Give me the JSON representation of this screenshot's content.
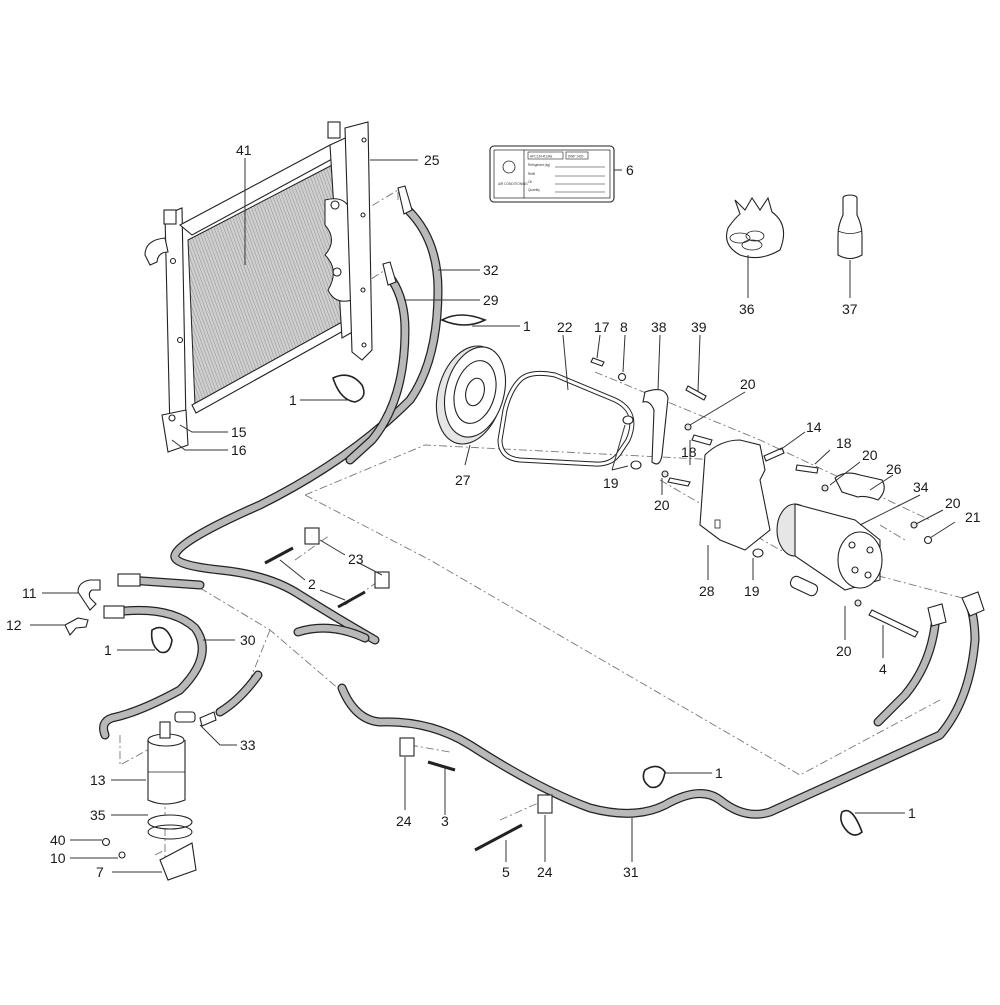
{
  "diagram": {
    "title": "Air conditioning system exploded parts diagram",
    "callouts": [
      {
        "id": "41",
        "part": "condenser"
      },
      {
        "id": "25",
        "part": "condenser-bracket"
      },
      {
        "id": "6",
        "part": "ac-decal"
      },
      {
        "id": "32",
        "part": "hose"
      },
      {
        "id": "29",
        "part": "hose"
      },
      {
        "id": "1",
        "part": "cable-tie"
      },
      {
        "id": "15",
        "part": "mount"
      },
      {
        "id": "16",
        "part": "mount"
      },
      {
        "id": "36",
        "part": "hardware-bag"
      },
      {
        "id": "37",
        "part": "oil-bottle"
      },
      {
        "id": "22",
        "part": "drive-belt"
      },
      {
        "id": "17",
        "part": "bolt"
      },
      {
        "id": "8",
        "part": "washer"
      },
      {
        "id": "38",
        "part": "tension-arm"
      },
      {
        "id": "39",
        "part": "pin"
      },
      {
        "id": "20",
        "part": "washer"
      },
      {
        "id": "14",
        "part": "bolt"
      },
      {
        "id": "18",
        "part": "bolt"
      },
      {
        "id": "26",
        "part": "bracket"
      },
      {
        "id": "34",
        "part": "compressor"
      },
      {
        "id": "21",
        "part": "nut"
      },
      {
        "id": "27",
        "part": "pulley"
      },
      {
        "id": "19",
        "part": "spacer"
      },
      {
        "id": "28",
        "part": "compressor-bracket"
      },
      {
        "id": "4",
        "part": "bolt"
      },
      {
        "id": "23",
        "part": "hose-clamp-block"
      },
      {
        "id": "2",
        "part": "stud"
      },
      {
        "id": "11",
        "part": "fitting"
      },
      {
        "id": "12",
        "part": "fitting"
      },
      {
        "id": "30",
        "part": "hose"
      },
      {
        "id": "33",
        "part": "pressure-switch"
      },
      {
        "id": "13",
        "part": "receiver-drier"
      },
      {
        "id": "35",
        "part": "clamp"
      },
      {
        "id": "40",
        "part": "screw"
      },
      {
        "id": "10",
        "part": "washer"
      },
      {
        "id": "7",
        "part": "drier-bracket"
      },
      {
        "id": "24",
        "part": "hose-clamp-block"
      },
      {
        "id": "3",
        "part": "stud"
      },
      {
        "id": "5",
        "part": "stud"
      },
      {
        "id": "31",
        "part": "hose"
      }
    ],
    "labels": {
      "c41": "41",
      "c25": "25",
      "c6": "6",
      "c32": "32",
      "c29": "29",
      "c1a": "1",
      "c1b": "1",
      "c1c": "1",
      "c1d": "1",
      "c1e": "1",
      "c15": "15",
      "c16": "16",
      "c36": "36",
      "c37": "37",
      "c22": "22",
      "c17": "17",
      "c8": "8",
      "c38": "38",
      "c39": "39",
      "c20a": "20",
      "c20b": "20",
      "c20c": "20",
      "c20d": "20",
      "c20e": "20",
      "c14": "14",
      "c18a": "18",
      "c18b": "18",
      "c26": "26",
      "c34": "34",
      "c21": "21",
      "c27": "27",
      "c19a": "19",
      "c19b": "19",
      "c28": "28",
      "c4": "4",
      "c23": "23",
      "c2": "2",
      "c11": "11",
      "c12": "12",
      "c30": "30",
      "c33": "33",
      "c13": "13",
      "c35": "35",
      "c40": "40",
      "c10": "10",
      "c7": "7",
      "c24a": "24",
      "c24b": "24",
      "c3": "3",
      "c5": "5",
      "c31": "31"
    },
    "decal": {
      "refrigerant": "HFC134-R134a",
      "code": "DWP 1430",
      "caption": "AIR CONDITIONING",
      "rows": [
        "Refrigerant (kg)",
        "Refill",
        "Oil",
        "Quantity"
      ]
    }
  },
  "colors": {
    "line": "#222222",
    "hose_fill": "#b9b9b9",
    "dash": "#777777",
    "background": "#ffffff"
  }
}
